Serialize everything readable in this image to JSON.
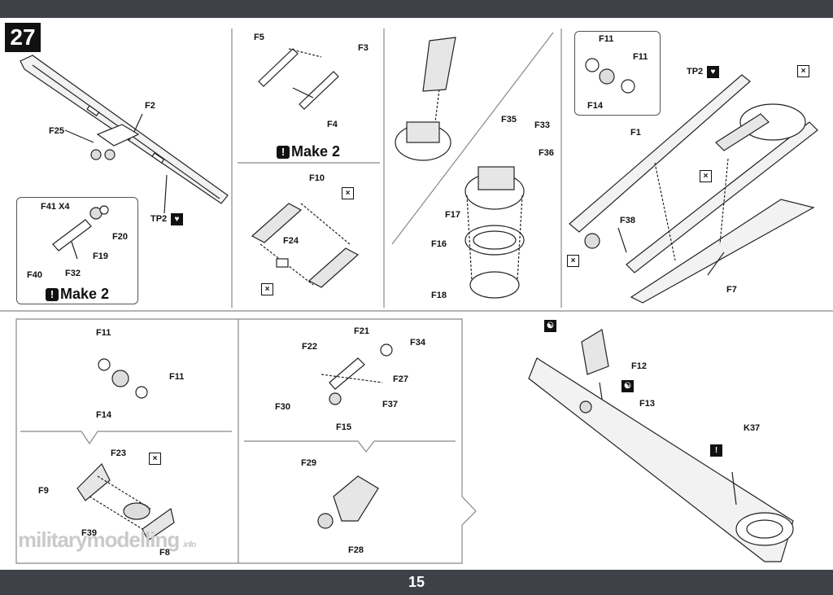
{
  "step_number": "27",
  "page_number": "15",
  "watermark": {
    "main": "militarymodelling",
    "suffix": ".info"
  },
  "labels": {
    "p1_f2": "F2",
    "p1_f25": "F25",
    "p1_tp2": "TP2",
    "in1_f41": "F41 X4",
    "in1_f20": "F20",
    "in1_f19": "F19",
    "in1_f40": "F40",
    "in1_f32": "F32",
    "in1_make": "Make 2",
    "p2_f5": "F5",
    "p2_f3": "F3",
    "p2_f4": "F4",
    "p2_make": "Make 2",
    "p2_f10": "F10",
    "p2_f24": "F24",
    "p3_f35": "F35",
    "p3_f33": "F33",
    "p3_f36": "F36",
    "p3_f17": "F17",
    "p3_f16": "F16",
    "p3_f18": "F18",
    "p4_f11a": "F11",
    "p4_f11b": "F11",
    "p4_f14": "F14",
    "p4_tp2": "TP2",
    "p4_f1": "F1",
    "p4_f38": "F38",
    "p4_f7": "F7",
    "p5_f11a": "F11",
    "p5_f11b": "F11",
    "p5_f14": "F14",
    "p5_f23": "F23",
    "p5_f9": "F9",
    "p5_f39": "F39",
    "p5_f8": "F8",
    "p6_f21": "F21",
    "p6_f34": "F34",
    "p6_f22": "F22",
    "p6_f27": "F27",
    "p6_f30": "F30",
    "p6_f37": "F37",
    "p6_f15": "F15",
    "p6_f29": "F29",
    "p6_f28": "F28",
    "p7_f12": "F12",
    "p7_f13": "F13",
    "p7_k37": "K37"
  },
  "icons": [
    "glue-icon",
    "cement-icon",
    "caution-icon",
    "paint-icon"
  ]
}
